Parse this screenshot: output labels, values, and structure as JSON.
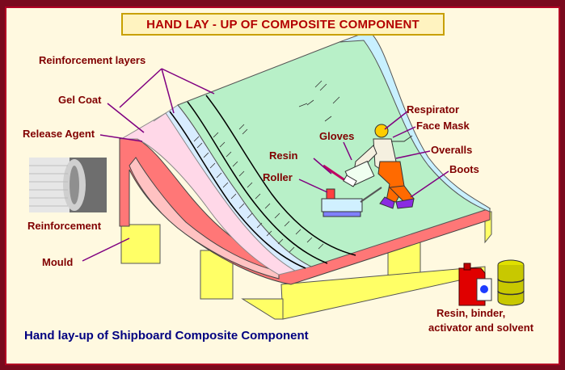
{
  "title": "HAND LAY - UP OF COMPOSITE COMPONENT",
  "caption": "Hand lay-up of Shipboard Composite Component",
  "labels": {
    "reinforcement_layers": "Reinforcement layers",
    "gel_coat": "Gel Coat",
    "release_agent": "Release Agent",
    "reinforcement": "Reinforcement",
    "mould": "Mould",
    "resin": "Resin",
    "roller": "Roller",
    "gloves": "Gloves",
    "respirator": "Respirator",
    "face_mask": "Face Mask",
    "overalls": "Overalls",
    "boots": "Boots",
    "materials_line1": "Resin, binder,",
    "materials_line2": "activator and solvent"
  },
  "colors": {
    "background": "#fff9e0",
    "border": "#7a0a1e",
    "title_text": "#b30000",
    "label_text": "#800000",
    "mould": "#ffb3b3",
    "base": "#ffff66",
    "layer_green": "#b8f0c8",
    "gel_coat": "#cfe8ff",
    "caption_text": "#000080",
    "leader_line": "#800080"
  }
}
